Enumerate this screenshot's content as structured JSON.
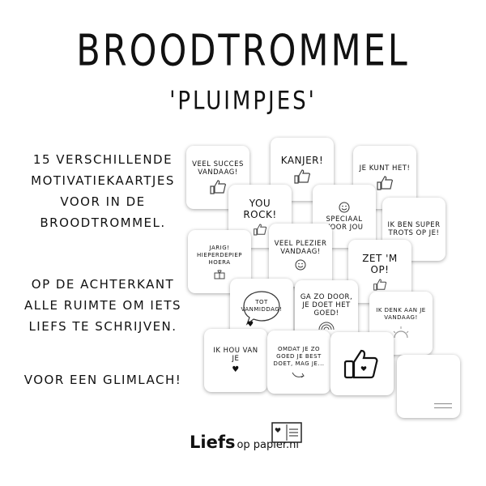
{
  "header": {
    "title": "BROODTROMMEL",
    "subtitle": "'PLUIMPJES'"
  },
  "description": {
    "p1": [
      "15 VERSCHILLENDE",
      "MOTIVATIEKAARTJES",
      "VOOR IN DE",
      "BROODTROMMEL."
    ],
    "p2": [
      "OP DE ACHTERKANT",
      "ALLE RUIMTE OM IETS",
      "LIEFS TE SCHRIJVEN."
    ],
    "p3": "VOOR EEN GLIMLACH!"
  },
  "cards": [
    {
      "text": "Veel succes vandaag!"
    },
    {
      "text": "Kanjer!"
    },
    {
      "text": "Je kunt het!"
    },
    {
      "text": "You rock!"
    },
    {
      "text": "Speciaal voor jou"
    },
    {
      "text": "Ik ben super trots op je!"
    },
    {
      "text": "Jarig! Hieperdepiep hoera"
    },
    {
      "text": "Veel plezier vandaag!"
    },
    {
      "text": "Zet 'm op!"
    },
    {
      "text": "Tot vanmiddag!"
    },
    {
      "text": "Ga zo door, je doet het goed!"
    },
    {
      "text": "Ik denk aan je vandaag!"
    },
    {
      "text": "Ik hou van je"
    },
    {
      "text": "Omdat je zo goed je best doet, mag je..."
    },
    {
      "text": ""
    },
    {
      "text": ""
    }
  ],
  "logo": {
    "main": "Liefs",
    "sub": "op papier.nl"
  },
  "icons": {
    "thumb": "thumbs-up-icon",
    "heart": "heart-icon",
    "smiley": "smiley-icon",
    "gift": "gift-icon",
    "rainbow": "rainbow-icon",
    "sun": "sun-icon",
    "postcard": "postcard-icon"
  }
}
